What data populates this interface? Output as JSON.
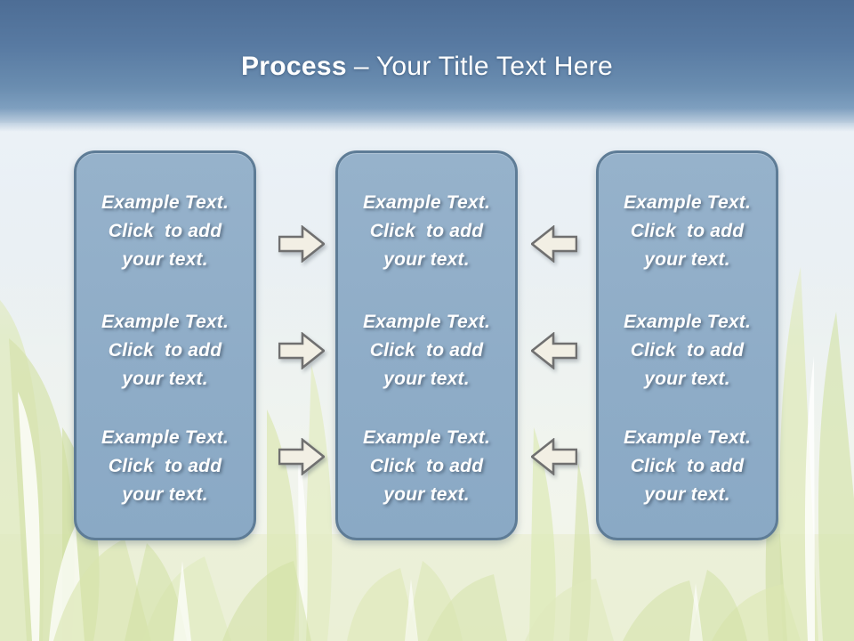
{
  "slide": {
    "title": {
      "emphasis": "Process",
      "separator": "–",
      "text": "Your Title Text Here"
    },
    "panels": [
      {
        "id": "left",
        "blocks": [
          {
            "lines": [
              "Example Text.",
              "Click  to add",
              "your text."
            ]
          },
          {
            "lines": [
              "Example Text.",
              "Click  to add",
              "your text."
            ]
          },
          {
            "lines": [
              "Example Text.",
              "Click  to add",
              "your text."
            ]
          }
        ]
      },
      {
        "id": "center",
        "blocks": [
          {
            "lines": [
              "Example Text.",
              "Click  to add",
              "your text."
            ]
          },
          {
            "lines": [
              "Example Text.",
              "Click  to add",
              "your text."
            ]
          },
          {
            "lines": [
              "Example Text.",
              "Click  to add",
              "your text."
            ]
          }
        ]
      },
      {
        "id": "right",
        "blocks": [
          {
            "lines": [
              "Example Text.",
              "Click  to add",
              "your text."
            ]
          },
          {
            "lines": [
              "Example Text.",
              "Click  to add",
              "your text."
            ]
          },
          {
            "lines": [
              "Example Text.",
              "Click  to add",
              "your text."
            ]
          }
        ]
      }
    ],
    "arrows": {
      "left_gap": {
        "direction": "right",
        "count": 3
      },
      "right_gap": {
        "direction": "left",
        "count": 3
      }
    },
    "colors": {
      "header_top": "#4d6d95",
      "header_bottom": "#7e9fbf",
      "panel_fill": "#91aec9",
      "panel_border": "#5e7c96",
      "panel_text": "#ffffff",
      "arrow_fill": "#f2efe4",
      "arrow_stroke": "#707070",
      "sky": "#dde6ef",
      "grass_light": "#e6eec9",
      "grass_mid": "#d8e5ad",
      "grass_deep": "#cddc9e"
    }
  }
}
